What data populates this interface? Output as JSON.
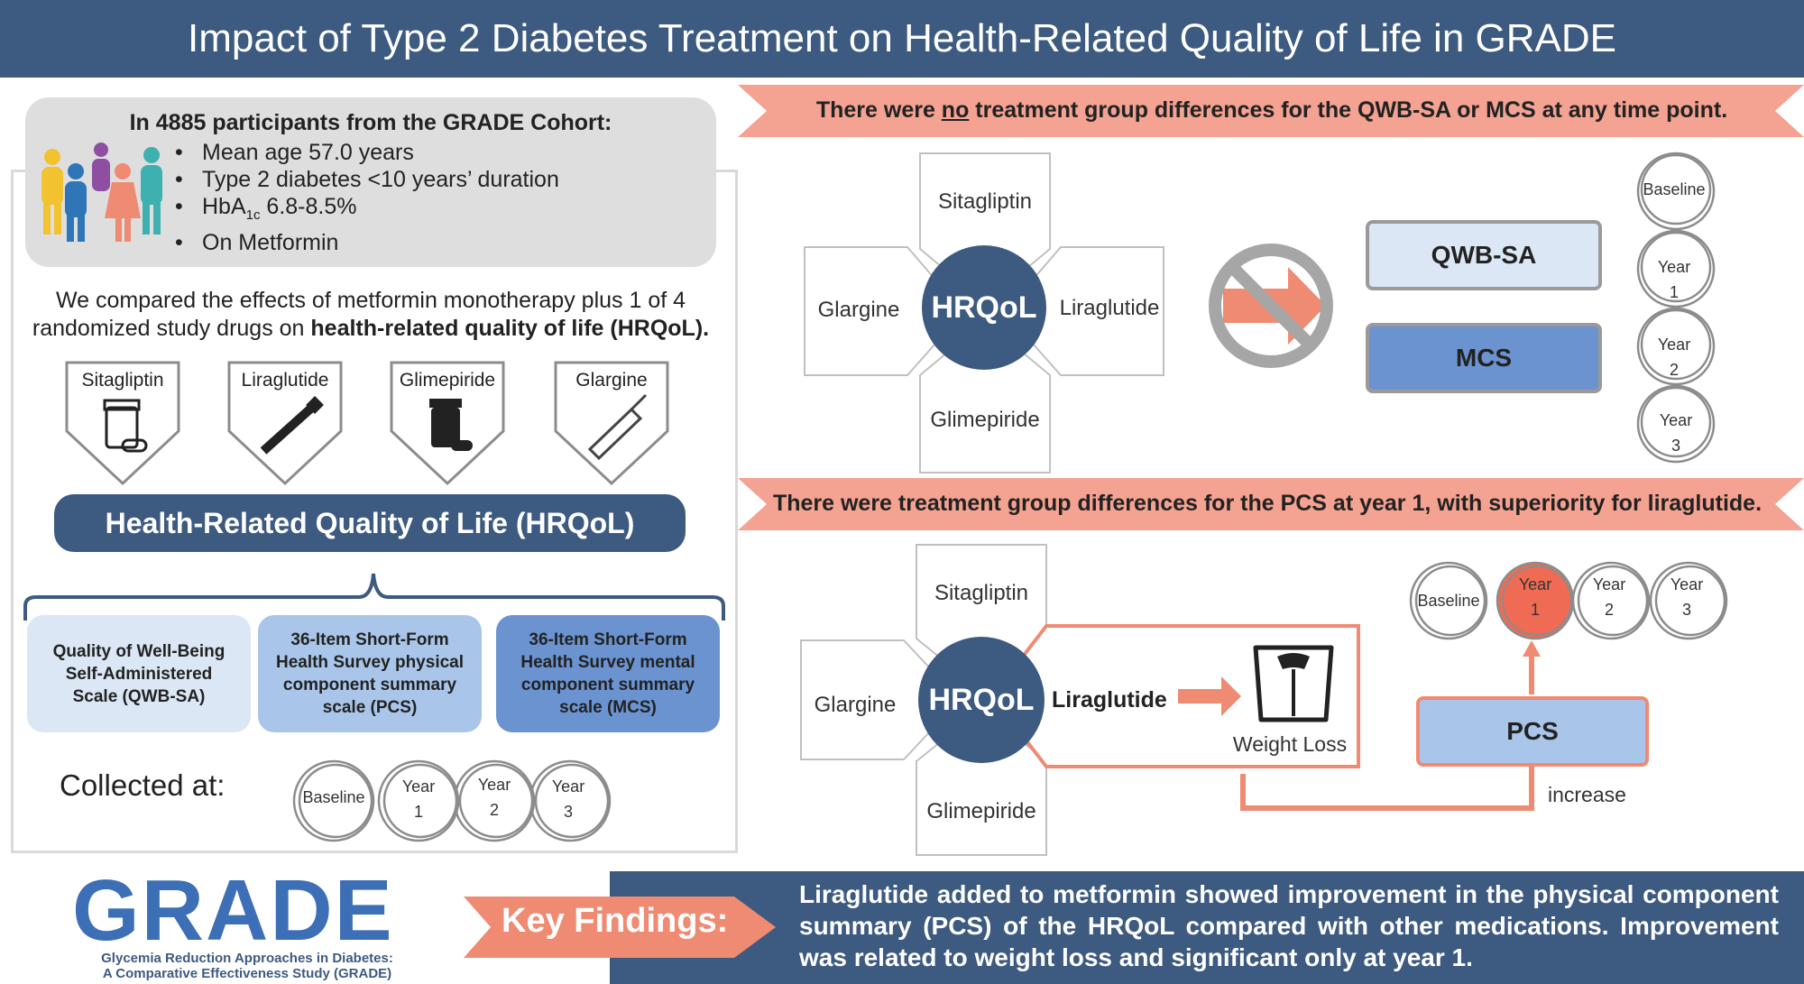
{
  "title": "Impact of Type 2 Diabetes Treatment on Health-Related Quality of Life in GRADE",
  "cohort": {
    "heading": "In 4885 participants from the GRADE Cohort:",
    "items": [
      "Mean age 57.0 years",
      "Type 2 diabetes <10 years’ duration",
      "HbA",
      "On Metformin"
    ],
    "hba_sub": "1c",
    "hba_value": " 6.8-8.5%"
  },
  "compare": {
    "line1": "We compared the effects of metformin monotherapy plus 1 of 4",
    "line2_plain": "randomized study drugs on ",
    "line2_bold": "health-related quality of life (HRQoL)."
  },
  "drugs": [
    "Sitagliptin",
    "Liraglutide",
    "Glimepiride",
    "Glargine"
  ],
  "hrqol_title": "Health-Related Quality of Life (HRQoL)",
  "scales": [
    {
      "label": "Quality of Well-Being Self-Administered Scale (QWB-SA)",
      "color": "#dbe7f5"
    },
    {
      "label": "36-Item Short-Form Health Survey physical component summary scale (PCS)",
      "color": "#a9c6ea"
    },
    {
      "label": "36-Item Short-Form Health Survey mental component summary scale (MCS)",
      "color": "#6b93d0"
    }
  ],
  "collected_label": "Collected at:",
  "timepoints": {
    "baseline": "Baseline",
    "year": "Year",
    "y1": "1",
    "y2": "2",
    "y3": "3"
  },
  "banner1": {
    "pre": "There were ",
    "underlined": "no",
    "post": " treatment group differences for the QWB-SA or MCS at any time point."
  },
  "banner2": "There were treatment group differences for the PCS at year 1, with superiority for liraglutide.",
  "hrqol_short": "HRQoL",
  "qwb": "QWB-SA",
  "mcs": "MCS",
  "pcs": "PCS",
  "weight_loss": "Weight Loss",
  "increase": "increase",
  "key_findings_label": "Key Findings:",
  "key_findings_text": "Liraglutide added to metformin showed improvement in the physical component summary (PCS) of the HRQoL compared with other medications. Improvement was related to weight loss and significant only at year 1.",
  "grade": {
    "logo": "GRADE",
    "sub1": "Glycemia Reduction Approaches in Diabetes:",
    "sub2": "A Comparative Effectiveness Study (GRADE)"
  },
  "colors": {
    "navy": "#3d5a80",
    "salmon": "#ef8b73",
    "light_gray": "#dedede",
    "accent_red": "#ef6b53"
  }
}
